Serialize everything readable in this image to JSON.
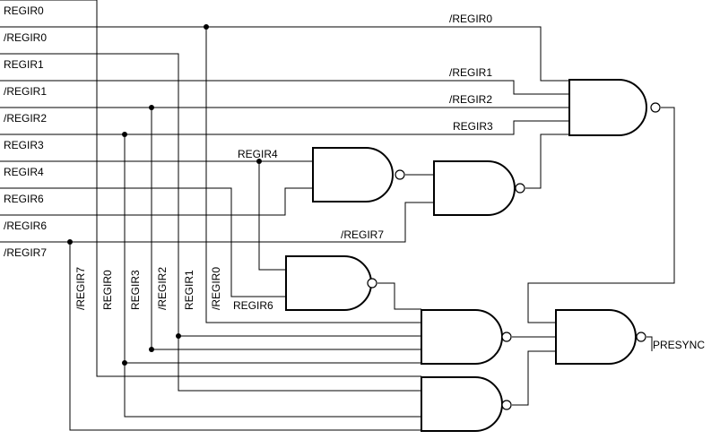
{
  "input_labels": [
    "REGIR0",
    "/REGIR0",
    "REGIR1",
    "/REGIR1",
    "/REGIR2",
    "REGIR3",
    "REGIR4",
    "REGIR6",
    "/REGIR6",
    "/REGIR7"
  ],
  "vertical_labels": [
    "/REGIR7",
    "REGIR0",
    "REGIR3",
    "/REGIR2",
    "REGIR1",
    "/REGIR0"
  ],
  "wire_labels": {
    "top_regir0": "/REGIR0",
    "top_regir1": "/REGIR1",
    "top_regir2": "/REGIR2",
    "top_regir3": "REGIR3",
    "regir4": "REGIR4",
    "regir7": "/REGIR7",
    "regir6": "REGIR6"
  },
  "output_label": "PRESYNC"
}
